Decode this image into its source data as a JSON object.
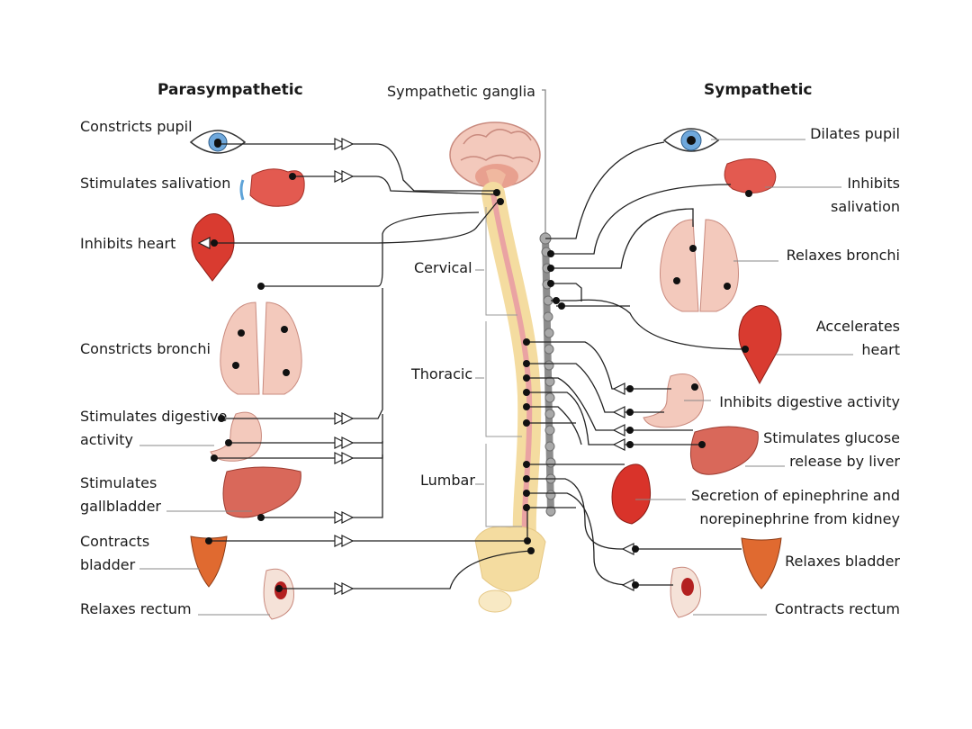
{
  "colors": {
    "accent_red": "#e3192b",
    "bar_black": "#000000",
    "organ_red": "#d93b30",
    "organ_pink": "#f3c9bc",
    "spine_yellow": "#f4dca0",
    "ganglia_gray": "#9a9a9a"
  },
  "headings": {
    "parasympathetic": "Parasympathetic",
    "sympathetic": "Sympathetic",
    "sympathetic_ganglia": "Sympathetic ganglia"
  },
  "spine_regions": {
    "cervical": "Cervical",
    "thoracic": "Thoracic",
    "lumbar": "Lumbar"
  },
  "parasympathetic_effects": [
    "Constricts pupil",
    "Stimulates salivation",
    "Inhibits heart",
    "Constricts bronchi",
    [
      "Stimulates digestive",
      "activity"
    ],
    [
      "Stimulates",
      "gallbladder"
    ],
    [
      "Contracts",
      "bladder"
    ],
    "Relaxes rectum"
  ],
  "sympathetic_effects": [
    "Dilates pupil",
    [
      "Inhibits",
      "salivation"
    ],
    "Relaxes bronchi",
    [
      "Accelerates",
      "heart"
    ],
    "Inhibits digestive activity",
    [
      "Stimulates glucose",
      "release by liver"
    ],
    [
      "Secretion of epinephrine and",
      "norepinephrine from kidney"
    ],
    "Relaxes bladder",
    "Contracts rectum"
  ],
  "icons": [
    "eye-icon",
    "salivary-gland-icon",
    "heart-icon",
    "lungs-icon",
    "stomach-icon",
    "liver-icon",
    "bladder-icon",
    "rectum-icon",
    "kidney-icon",
    "brain-icon",
    "spinal-cord-icon"
  ]
}
